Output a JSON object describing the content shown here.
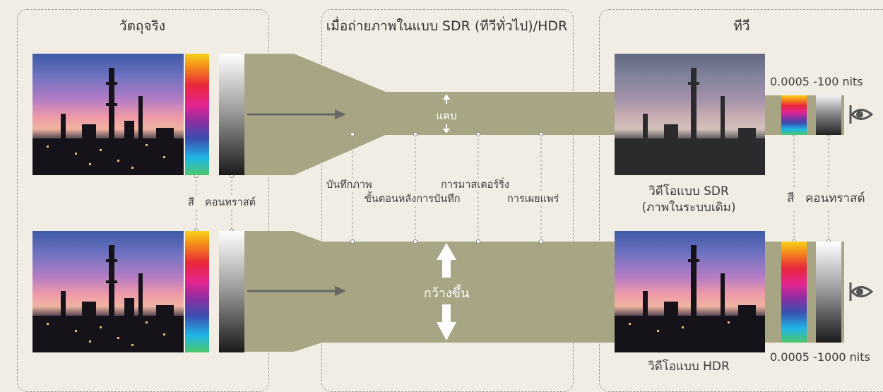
{
  "panels": {
    "real_object": {
      "title": "วัตถุจริง"
    },
    "capture": {
      "title": "เมื่อถ่ายภาพในแบบ SDR (ทีวีทั่วไป)/HDR"
    },
    "tv": {
      "title": "ทีวี"
    }
  },
  "labels": {
    "color": "สี",
    "contrast": "คอนทราสต์",
    "narrow": "แคบ",
    "wide": "กว้างขึ้น",
    "capture_stage": "บันทึกภาพ",
    "post_production": "ขั้นตอนหลังการบันทึก",
    "mastering": "การมาสเตอร์ริ่ง",
    "distribution": "การเผยแพร่",
    "sdr_video_line1": "วิดีโอแบบ SDR",
    "sdr_video_line2": "(ภาพในระบบเดิม)",
    "hdr_video": "วิดีโอแบบ HDR",
    "sdr_nits": "0.0005 -100 nits",
    "hdr_nits": "0.0005 -1000 nits"
  },
  "icons": {
    "eye_top": "eye-icon",
    "eye_bottom": "eye-icon"
  },
  "colors": {
    "band": "#a8a584",
    "panel_border": "#9a9a9a",
    "arrow": "#666666"
  }
}
